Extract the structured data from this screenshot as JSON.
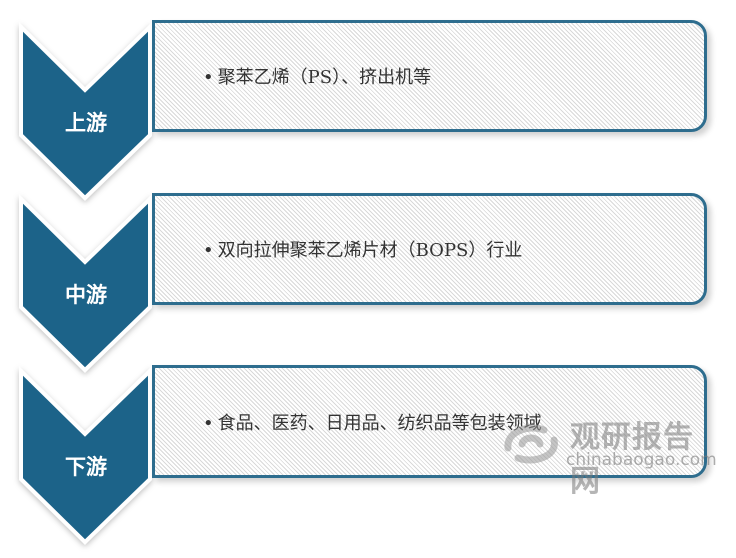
{
  "diagram": {
    "type": "industry-chain",
    "stages": [
      {
        "label": "上游",
        "content": "聚苯乙烯（PS）、挤出机等"
      },
      {
        "label": "中游",
        "content": "双向拉伸聚苯乙烯片材（BOPS）行业"
      },
      {
        "label": "下游",
        "content": "食品、医药、日用品、纺织品等包装领域"
      }
    ],
    "bullet": "•"
  },
  "colors": {
    "chevron_fill": "#1f6489",
    "box_border": "#2e6d8e",
    "text": "#333333"
  },
  "watermark": {
    "name": "观研报告网",
    "url": "chinabaogao.com",
    "icon": "chinabaogao-logo-icon"
  }
}
